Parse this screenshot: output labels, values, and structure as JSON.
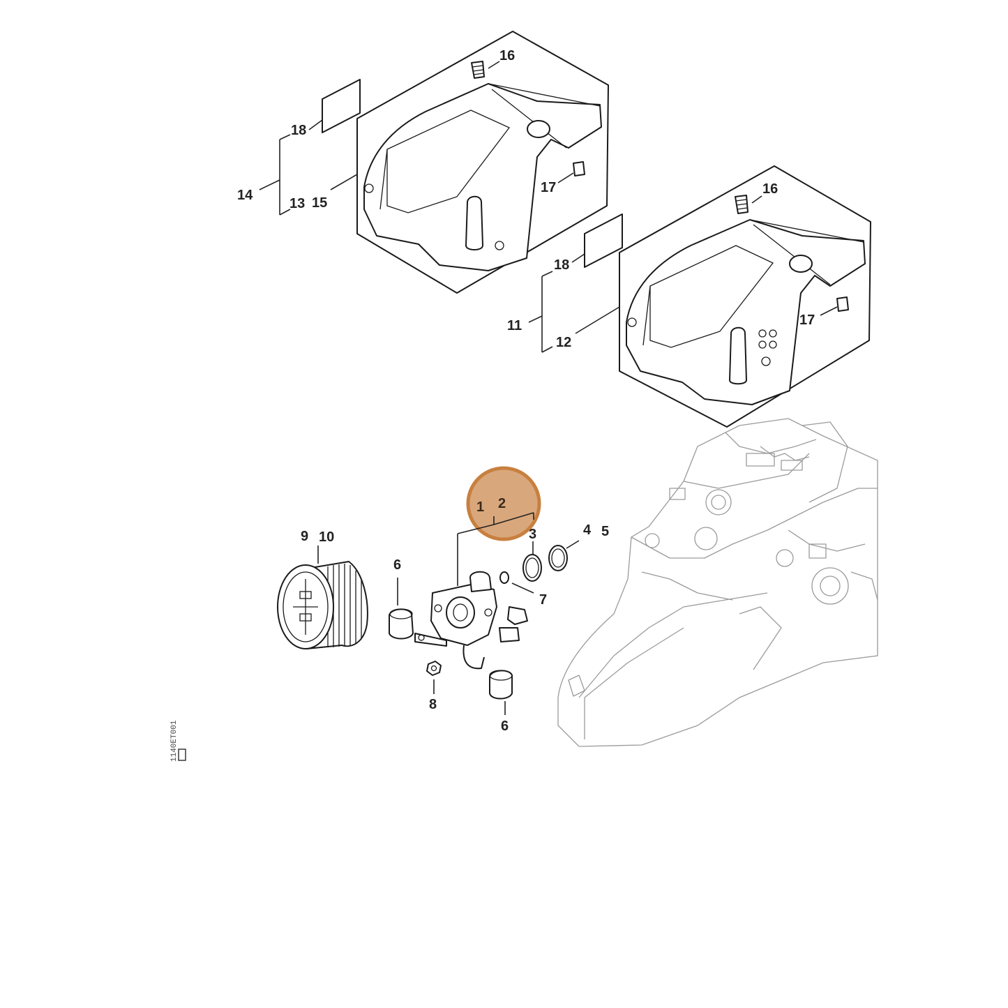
{
  "diagram": {
    "highlight_color": "#d9a77c",
    "highlight_border": "#c8803f",
    "labels": {
      "l1": "1",
      "l2": "2",
      "l3": "3",
      "l4": "4",
      "l5": "5",
      "l6a": "6",
      "l6b": "6",
      "l7": "7",
      "l8": "8",
      "l9": "9",
      "l10": "10",
      "l11": "11",
      "l12": "12",
      "l13": "13",
      "l14": "14",
      "l15": "15",
      "l16a": "16",
      "l16b": "16",
      "l17a": "17",
      "l17b": "17",
      "l18a": "18",
      "l18b": "18"
    },
    "drawing_code": "1140ET001"
  }
}
